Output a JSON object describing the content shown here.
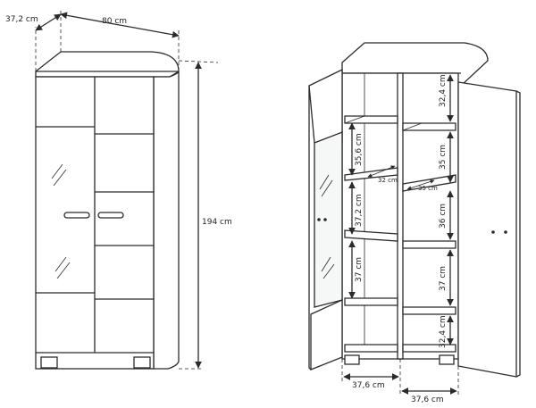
{
  "front_view": {
    "depth_label": "37,2 cm",
    "width_label": "80 cm",
    "height_label": "194 cm"
  },
  "open_view": {
    "shelf_heights_left": [
      "35,6 cm",
      "37,2 cm",
      "37 cm"
    ],
    "shelf_heights_right": [
      "32,4 cm",
      "35 cm",
      "36 cm",
      "37 cm",
      "32,4 cm"
    ],
    "shelf_depth_left": "32 cm",
    "shelf_depth_right": "35 cm",
    "bottom_width_left": "37,6 cm",
    "bottom_width_right": "37,6 cm"
  }
}
